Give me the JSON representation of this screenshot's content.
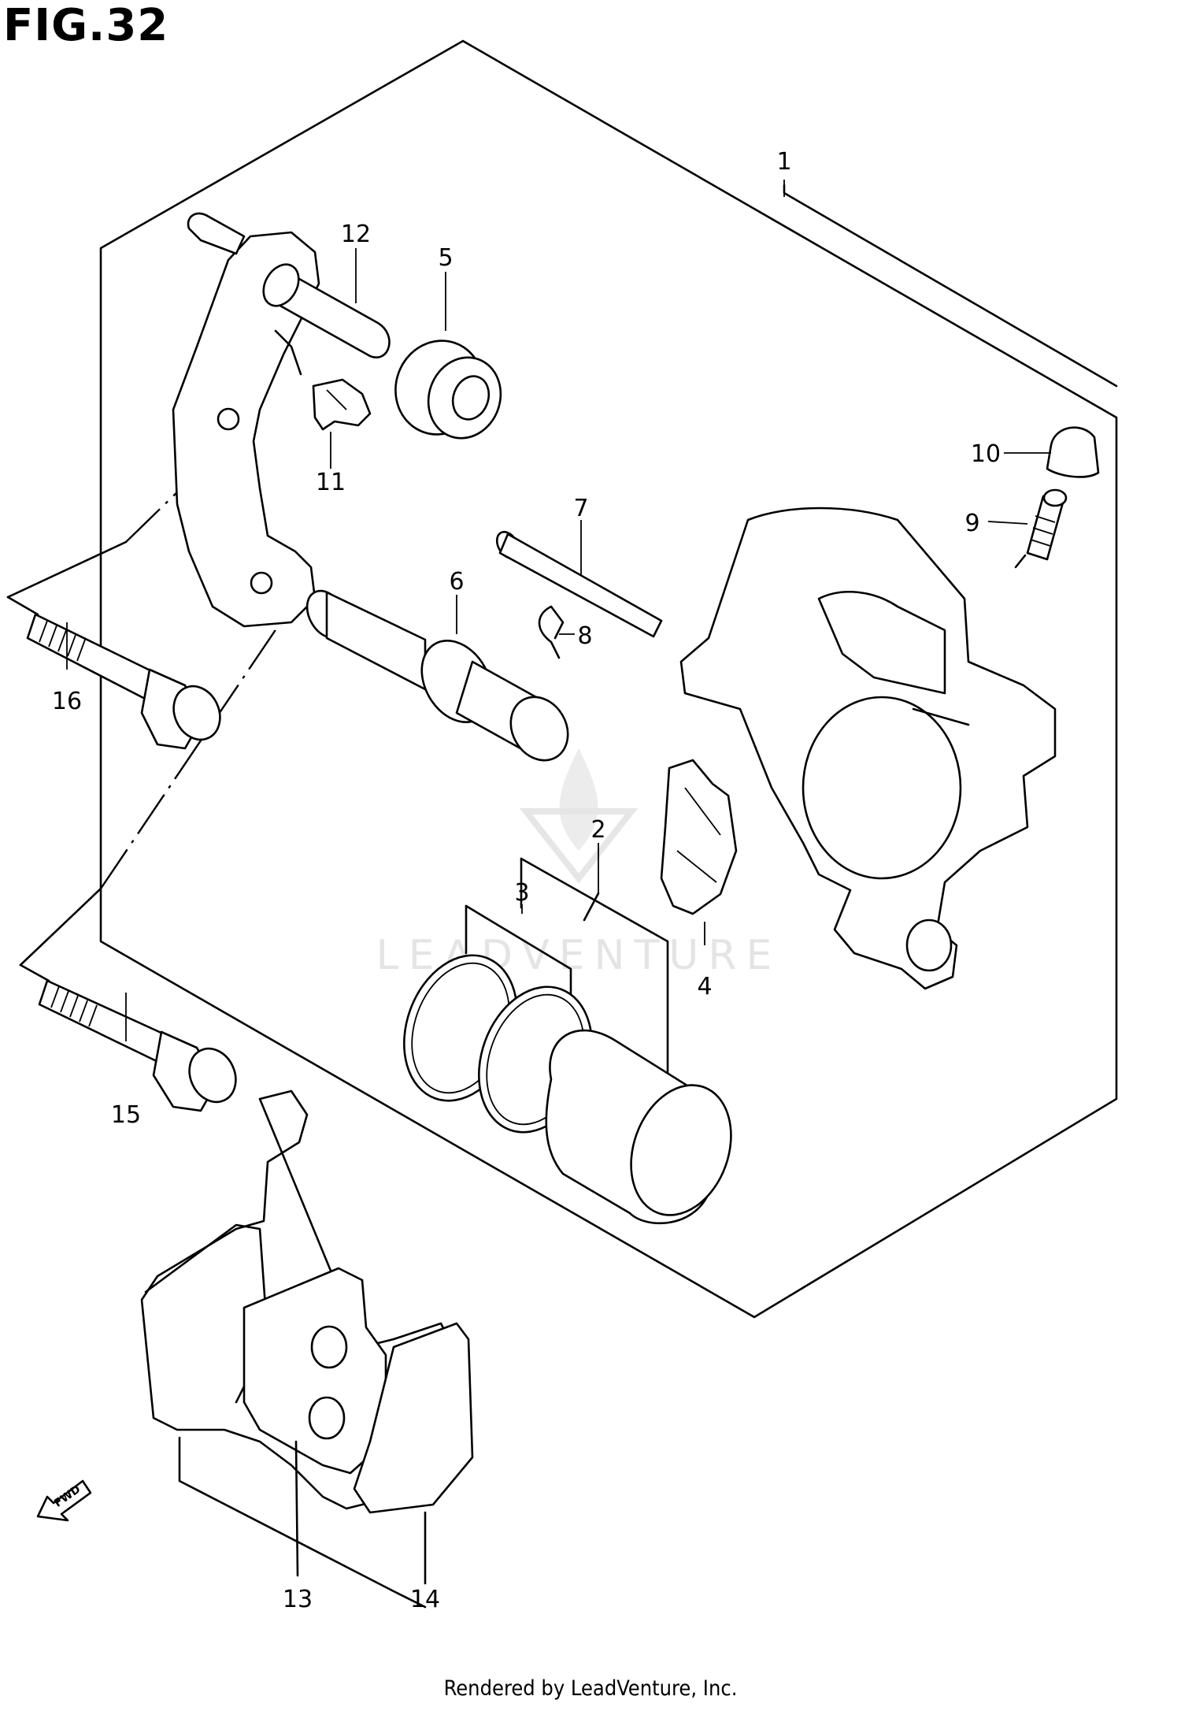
{
  "figure": {
    "title": "FIG.32"
  },
  "watermark": {
    "text": "LEADVENTURE"
  },
  "fwd_label": "FWD",
  "callouts": [
    {
      "id": "1",
      "label": "1"
    },
    {
      "id": "2",
      "label": "2"
    },
    {
      "id": "3",
      "label": "3"
    },
    {
      "id": "4",
      "label": "4"
    },
    {
      "id": "5",
      "label": "5"
    },
    {
      "id": "6",
      "label": "6"
    },
    {
      "id": "7",
      "label": "7"
    },
    {
      "id": "8",
      "label": "8"
    },
    {
      "id": "9",
      "label": "9"
    },
    {
      "id": "10",
      "label": "10"
    },
    {
      "id": "11",
      "label": "11"
    },
    {
      "id": "12",
      "label": "12"
    },
    {
      "id": "13",
      "label": "13"
    },
    {
      "id": "14",
      "label": "14"
    },
    {
      "id": "15",
      "label": "15"
    },
    {
      "id": "16",
      "label": "16"
    }
  ],
  "footer": {
    "text": "Rendered by LeadVenture, Inc."
  }
}
